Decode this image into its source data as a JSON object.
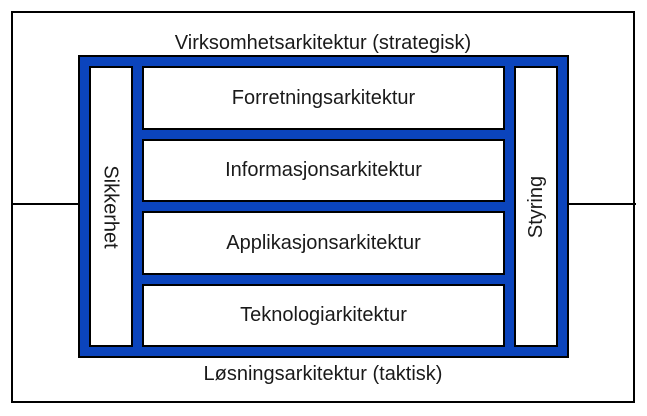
{
  "diagram": {
    "title_top": "Virksomhetsarkitektur (strategisk)",
    "title_bottom": "Løsningsarkitektur (taktisk)",
    "colors": {
      "container_fill": "#0B44BC",
      "box_fill": "#FFFFFF",
      "outline": "#000000",
      "text": "#1A1A1A"
    },
    "pillars": {
      "left": {
        "label": "Sikkerhet",
        "orientation": "rotated-clockwise"
      },
      "right": {
        "label": "Styring",
        "orientation": "rotated-counter-clockwise"
      }
    },
    "layers": [
      {
        "label": "Forretningsarkitektur"
      },
      {
        "label": "Informasjonsarkitektur"
      },
      {
        "label": "Applikasjonsarkitektur"
      },
      {
        "label": "Teknologiarkitektur"
      }
    ]
  }
}
